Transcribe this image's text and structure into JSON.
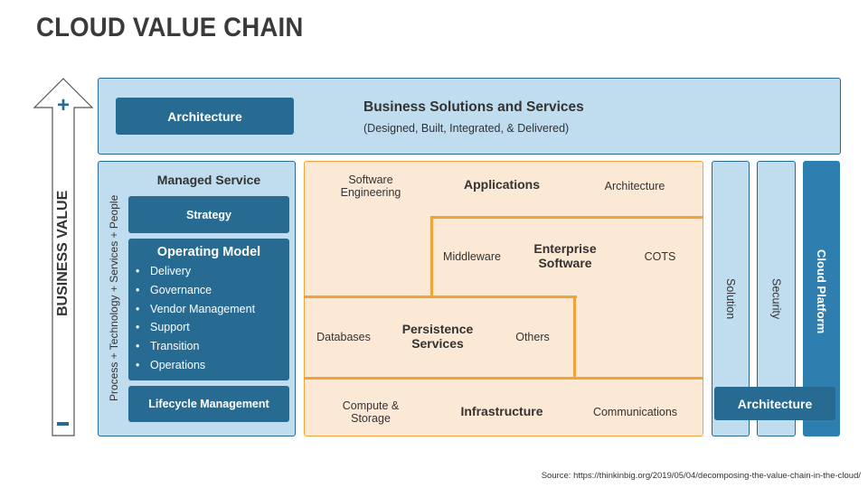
{
  "title": "CLOUD VALUE CHAIN",
  "business_value": {
    "label": "BUSINESS VALUE",
    "plus_symbol": "+",
    "minus_symbol": "−",
    "plus_icon": "plus-icon",
    "minus_icon": "minus-icon",
    "arrow_icon": "up-arrow-icon"
  },
  "top_band": {
    "architecture_label": "Architecture",
    "heading": "Business Solutions and Services",
    "subheading": "(Designed, Built, Integrated, & Delivered)"
  },
  "managed_service": {
    "heading": "Managed Service",
    "side_label": "Process + Technology + Services + People",
    "strategy": "Strategy",
    "operating_model": {
      "heading": "Operating Model",
      "items": [
        "Delivery",
        "Governance",
        "Vendor Management",
        "Support",
        "Transition",
        "Operations"
      ]
    },
    "lifecycle": "Lifecycle Management"
  },
  "stack": {
    "applications": {
      "heading": "Applications",
      "left": "Software Engineering",
      "right": "Architecture"
    },
    "enterprise_software": {
      "heading": "Enterprise Software",
      "left": "Middleware",
      "right": "COTS"
    },
    "persistence": {
      "heading": "Persistence Services",
      "left": "Databases",
      "right": "Others"
    },
    "infrastructure": {
      "heading": "Infrastructure",
      "left": "Compute & Storage",
      "right": "Communications"
    }
  },
  "right_columns": {
    "solution": "Solution",
    "security": "Security",
    "cloud_platform": "Cloud Platform",
    "architecture": "Architecture"
  },
  "source": "Source: https://thinkinbig.org/2019/05/04/decomposing-the-value-chain-in-the-cloud/",
  "colors": {
    "dark_blue": "#276a92",
    "light_blue": "#c0dcef",
    "orange_border": "#f1a33a",
    "orange_fill": "#fbe8d5",
    "cloud_platform": "#2e7fb0"
  }
}
